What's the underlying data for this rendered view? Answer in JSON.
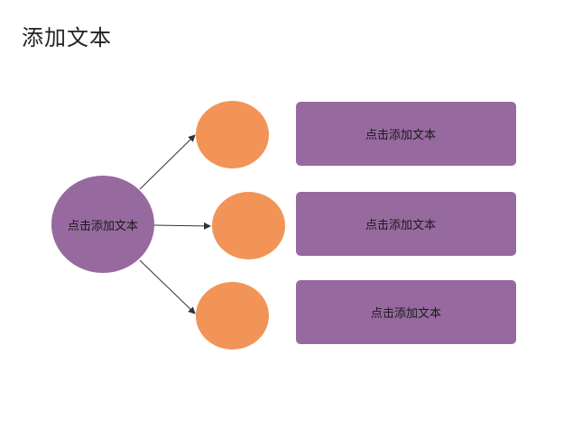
{
  "slide": {
    "title": "添加文本"
  },
  "diagram": {
    "hub": {
      "label": "点击添加文本"
    },
    "boxes": [
      {
        "label": "点击添加文本"
      },
      {
        "label": "点击添加文本"
      },
      {
        "label": "点击添加文本"
      }
    ]
  },
  "colors": {
    "purple": "#96699f",
    "orange": "#f29457",
    "connector": "#333333",
    "background": "#ffffff"
  }
}
